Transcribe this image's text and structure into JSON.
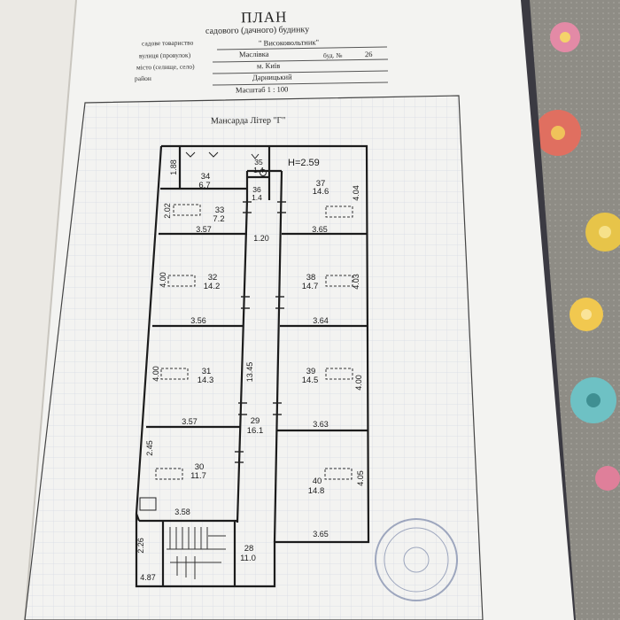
{
  "header": {
    "title": "ПЛАН",
    "subtitle": "садового (дачного) будинку",
    "fields": [
      {
        "label": "садове товариство",
        "value": "\" Високовольтник\""
      },
      {
        "label": "вулиця (провулок)",
        "value": "Маслівка",
        "extra_label": "буд. №",
        "extra_value": "26"
      },
      {
        "label": "місто (селище, село)",
        "value": "м. Київ"
      },
      {
        "label": "район",
        "value": "Дарницький"
      }
    ],
    "scale": "Масштаб 1 : 100"
  },
  "plan": {
    "title": "Мансарда Літер \"Г\"",
    "height_label": "H=2.59",
    "rooms": [
      {
        "number": "34",
        "area": "6.7"
      },
      {
        "number": "35",
        "area": "1.4"
      },
      {
        "number": "36",
        "area": "1.4"
      },
      {
        "number": "37",
        "area": "14.6"
      },
      {
        "number": "33",
        "area": "7.2"
      },
      {
        "number": "32",
        "area": "14.2"
      },
      {
        "number": "38",
        "area": "14.7"
      },
      {
        "number": "31",
        "area": "14.3"
      },
      {
        "number": "39",
        "area": "14.5"
      },
      {
        "number": "29",
        "area": "16.1"
      },
      {
        "number": "30",
        "area": "11.7"
      },
      {
        "number": "40",
        "area": "14.8"
      },
      {
        "number": "28",
        "area": "11.0"
      }
    ],
    "dimensions": [
      "1.88",
      "2.02",
      "3.57",
      "1.20",
      "3.65",
      "4.04",
      "4.00",
      "3.56",
      "3.64",
      "4.03",
      "4.00",
      "13.45",
      "3.57",
      "3.63",
      "4.00",
      "2.45",
      "3.58",
      "4.05",
      "3.65",
      "2.26",
      "4.87"
    ]
  }
}
